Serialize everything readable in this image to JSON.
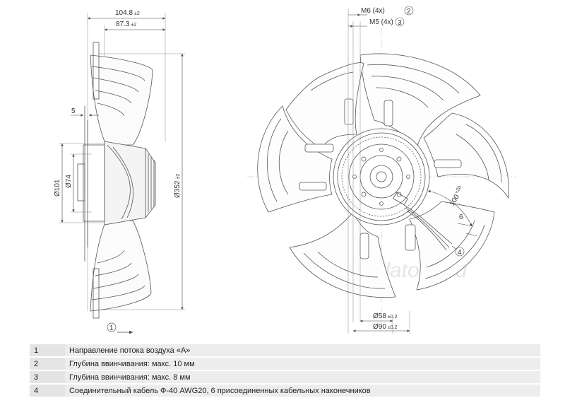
{
  "dimensions": {
    "width_total": "104.8",
    "width_total_tol": "±2",
    "width_blade": "87.3",
    "width_blade_tol": "±2",
    "offset": "5",
    "diam_101": "Ø101",
    "diam_74": "Ø74",
    "diam_352": "Ø352",
    "diam_352_tol": "±2",
    "thread_m6": "M6 (4x)",
    "thread_m6_ref": "2",
    "thread_m5": "M5 (4x)",
    "thread_m5_ref": "3",
    "cable_len": "100",
    "cable_len_tol": "+20",
    "strip_len": "6",
    "cable_ref": "4",
    "diam_58": "Ø58",
    "diam_58_tol": "±0.2",
    "diam_90": "Ø90",
    "diam_90_tol": "±0.2",
    "flow_ref": "1"
  },
  "watermark": "Ventilatorry.ru",
  "legend": [
    {
      "num": "1",
      "text": "Направление потока воздуха «A»"
    },
    {
      "num": "2",
      "text": "Глубина ввинчивания: макс. 10 мм"
    },
    {
      "num": "3",
      "text": "Глубина ввинчивания: макс. 8 мм"
    },
    {
      "num": "4",
      "text": "Соединительный кабель Ф-40 AWG20, 6 присоединенных кабельных наконечников"
    }
  ]
}
